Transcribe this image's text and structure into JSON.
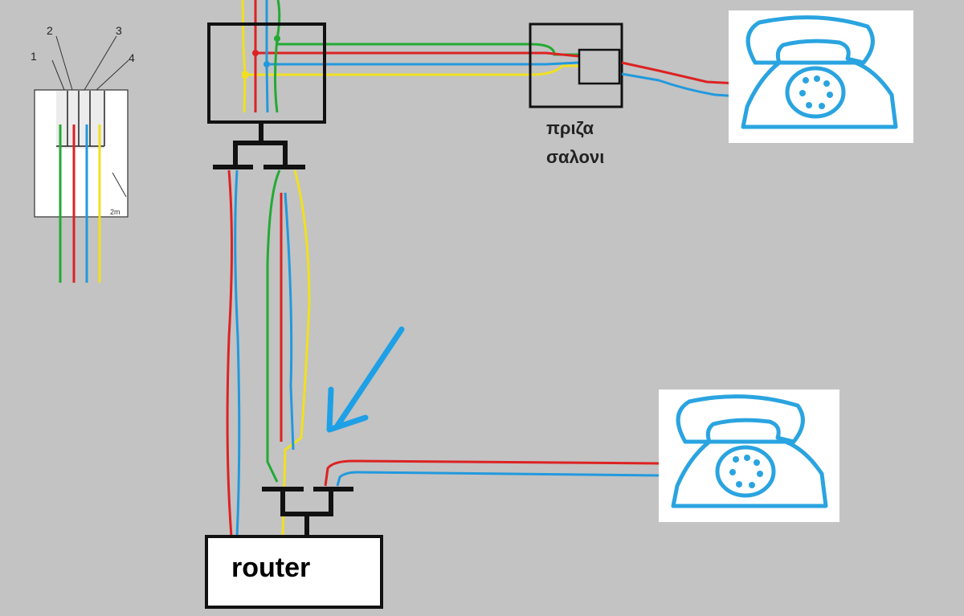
{
  "connector": {
    "pin_labels": [
      "1",
      "2",
      "3",
      "4"
    ],
    "wire_colors": [
      "#22aa33",
      "#dd2222",
      "#2299dd",
      "#f0e020"
    ]
  },
  "socket": {
    "line1": "πριζα",
    "line2": "σαλονι"
  },
  "router": {
    "label": "router"
  },
  "colors": {
    "green": "#22aa33",
    "red": "#dd2222",
    "blue": "#2299dd",
    "yellow": "#f0e020",
    "phone": "#2aa4e0",
    "arrow": "#1ea0e6",
    "outline": "#111111",
    "background": "#c3c3c3"
  },
  "icons": [
    "telephone-icon",
    "arrow-icon"
  ]
}
